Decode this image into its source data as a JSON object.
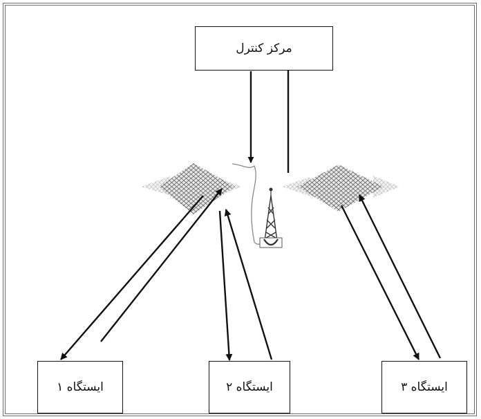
{
  "diagram": {
    "control_center": "مرکز کنترل",
    "stations": [
      {
        "label": "ایستگاه ۱"
      },
      {
        "label": "ایستگاه ۲"
      },
      {
        "label": "ایستگاه ۳"
      }
    ]
  },
  "icons": {
    "radio_tower": "radio-tower-icon",
    "antenna_pattern": "antenna-pattern-icon"
  }
}
